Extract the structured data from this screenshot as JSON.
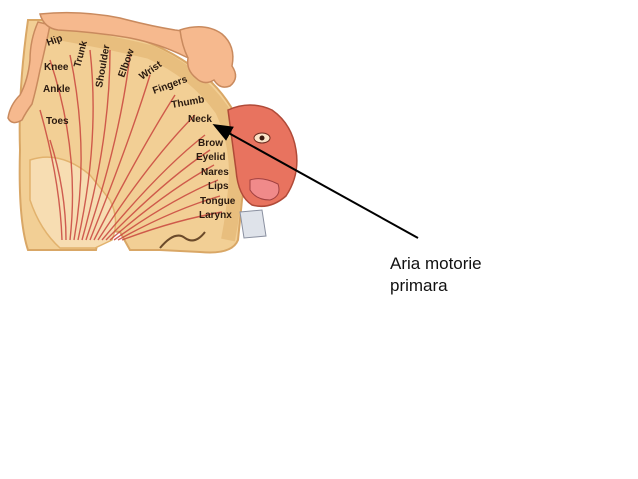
{
  "diagram": {
    "body_labels": [
      {
        "key": "hip",
        "text": "Hip"
      },
      {
        "key": "trunk",
        "text": "Trunk"
      },
      {
        "key": "shoulder",
        "text": "Shoulder"
      },
      {
        "key": "elbow",
        "text": "Elbow"
      },
      {
        "key": "wrist",
        "text": "Wrist"
      },
      {
        "key": "knee",
        "text": "Knee"
      },
      {
        "key": "ankle",
        "text": "Ankle"
      },
      {
        "key": "toes",
        "text": "Toes"
      },
      {
        "key": "fingers",
        "text": "Fingers"
      },
      {
        "key": "thumb",
        "text": "Thumb"
      },
      {
        "key": "neck",
        "text": "Neck"
      },
      {
        "key": "brow",
        "text": "Brow"
      },
      {
        "key": "eyelid",
        "text": "Eyelid"
      },
      {
        "key": "nares",
        "text": "Nares"
      },
      {
        "key": "lips",
        "text": "Lips"
      },
      {
        "key": "tongue",
        "text": "Tongue"
      },
      {
        "key": "larynx",
        "text": "Larynx"
      }
    ],
    "callout": {
      "line1": "Aria motorie",
      "line2": "primara"
    },
    "colors": {
      "cortex": "#f2cf95",
      "cortex_dark": "#d9a766",
      "skin": "#f6b98e",
      "fiber": "#c9463e",
      "face": "#e8735f",
      "arrow": "#000000"
    }
  }
}
